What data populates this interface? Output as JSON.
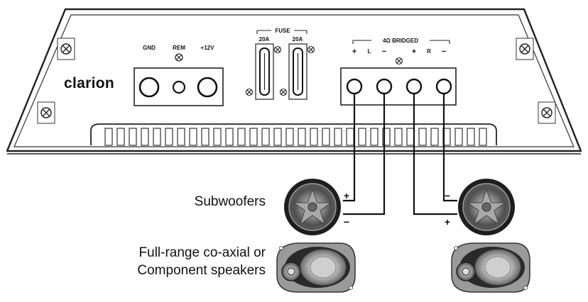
{
  "amplifier": {
    "brand": "clarion",
    "power_terminals": {
      "gnd": "GND",
      "rem": "REM",
      "plus12v": "+12V"
    },
    "fuse": {
      "title": "FUSE",
      "left_rating": "20A",
      "right_rating": "20A"
    },
    "speaker_terminals": {
      "bridged_label": "4Ω BRIDGED",
      "signs": [
        "+",
        "L",
        "−",
        "+",
        "R",
        "−"
      ]
    }
  },
  "labels": {
    "subwoofers": "Subwoofers",
    "fullrange_line1": "Full-range co-axial or",
    "fullrange_line2": "Component speakers"
  },
  "wire_signs": {
    "left_plus": "+",
    "left_minus": "−",
    "right_minus": "−",
    "right_plus": "+"
  }
}
